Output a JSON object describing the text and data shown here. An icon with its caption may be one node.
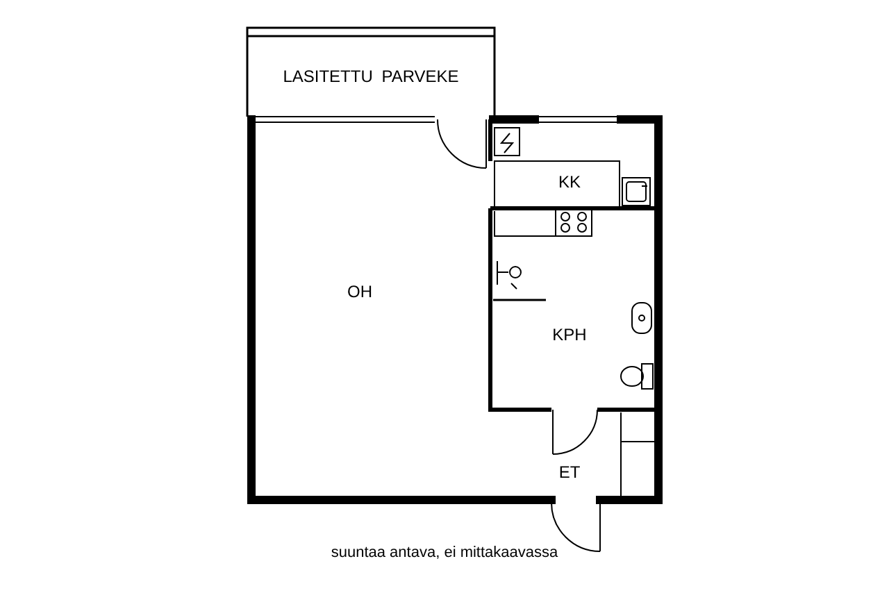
{
  "diagram": {
    "caption": "suuntaa antava, ei mittakaavassa",
    "nodes": [
      {
        "text": [
          "LASITETTU PARVEKE"
        ]
      },
      {
        "text": [
          "OH"
        ]
      },
      {
        "text": [
          "KK"
        ]
      },
      {
        "text": [
          "KPH"
        ]
      },
      {
        "text": [
          "ET"
        ]
      }
    ]
  }
}
